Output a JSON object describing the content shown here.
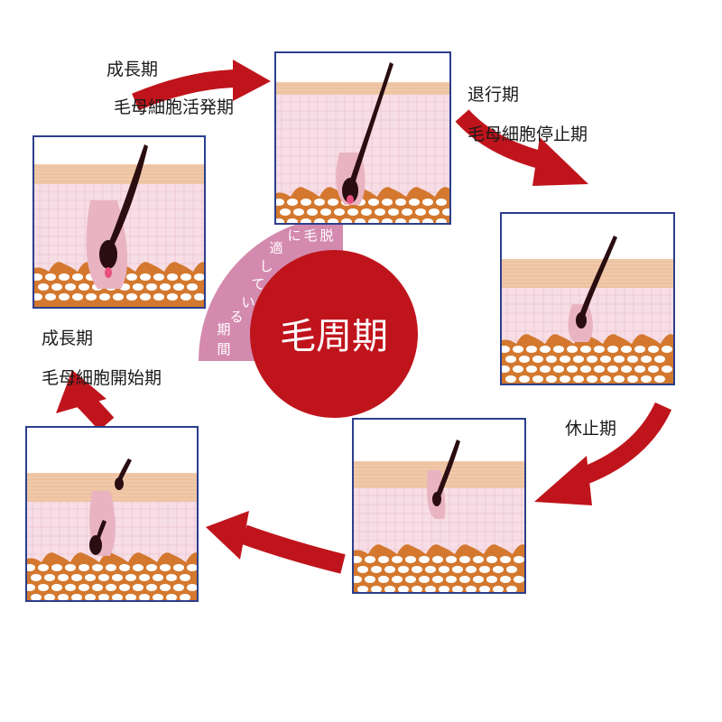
{
  "center": {
    "title": "毛周期",
    "arc_text": "脱毛に適している期間",
    "colors": {
      "circle": "#c0141c",
      "arc": "#d48aaf",
      "title_text": "#ffffff"
    }
  },
  "phases": [
    {
      "key": "growth_late",
      "line1": "成長期",
      "line2": "毛母細胞活発期"
    },
    {
      "key": "catagen",
      "line1": "退行期",
      "line2": "毛母細胞停止期"
    },
    {
      "key": "telogen",
      "line1": "休止期",
      "line2": ""
    },
    {
      "key": "growth_early",
      "line1": "成長期",
      "line2": "毛母細胞開始期"
    }
  ],
  "colors": {
    "arrow": "#c0141c",
    "frame_border": "#2c3e8c",
    "epidermis": "#f0c9a8",
    "dermis": "#f7dde5",
    "dermis_grid": "#e7b9c8",
    "fat": "#d3782e",
    "fat_cell": "#ffffff",
    "hair": "#2a0d10",
    "root_sheath": "#e9b3c2"
  }
}
